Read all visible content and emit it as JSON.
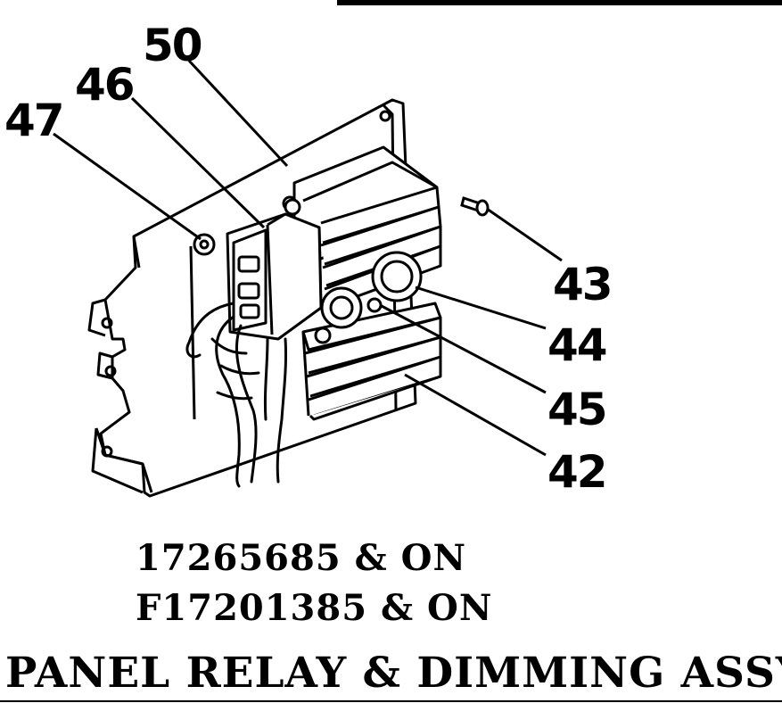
{
  "callouts": {
    "c50": "50",
    "c46": "46",
    "c47": "47",
    "c43": "43",
    "c44": "44",
    "c45": "45",
    "c42": "42"
  },
  "captions": {
    "serial_1": "17265685 & ON",
    "serial_2": "F17201385 & ON",
    "title": "PANEL RELAY & DIMMING ASSY"
  }
}
